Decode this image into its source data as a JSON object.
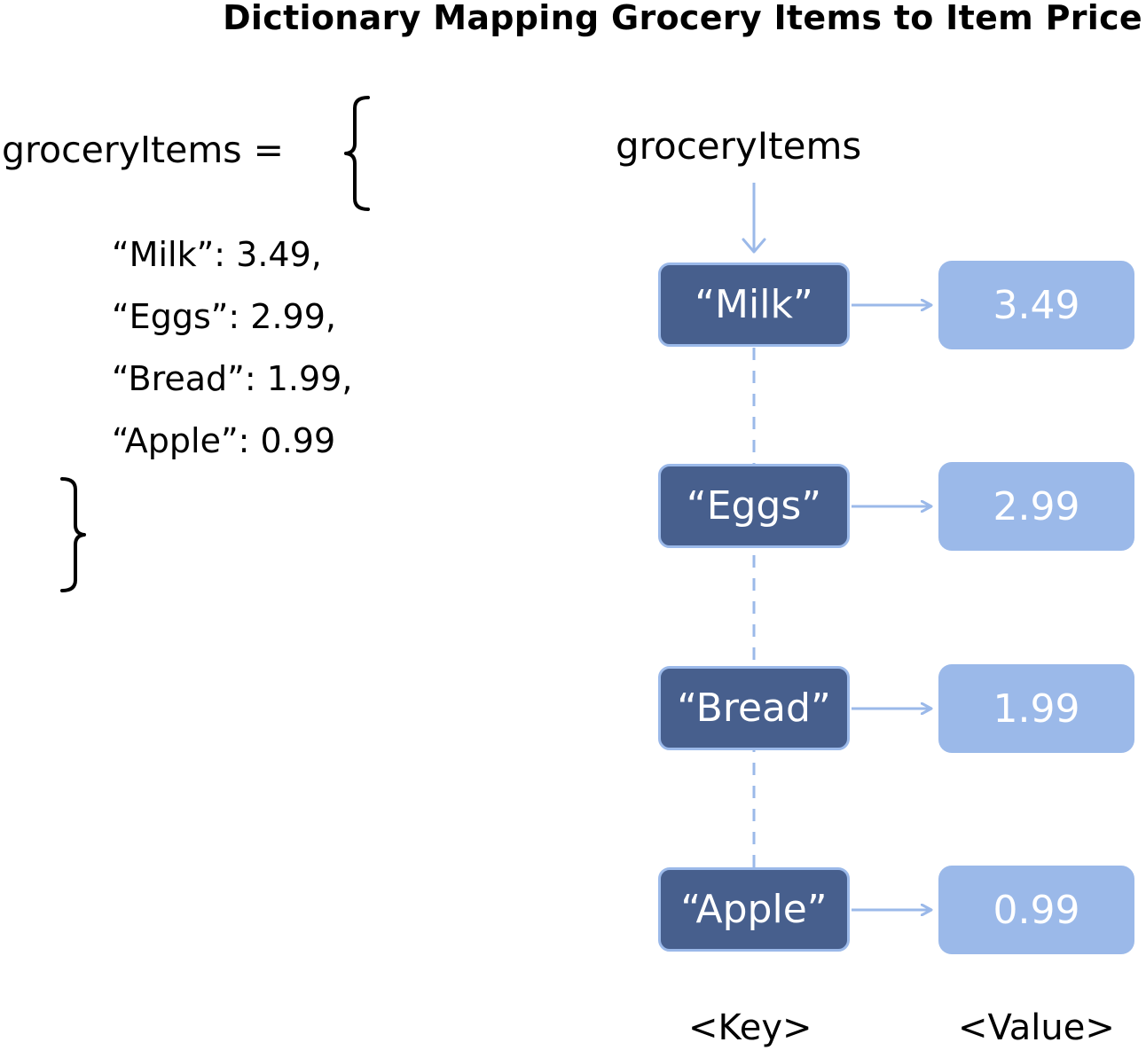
{
  "title": "Dictionary Mapping Grocery Items to Item Price",
  "code": {
    "assignment": "groceryItems =",
    "entries": [
      "“Milk”: 3.49,",
      "“Eggs”: 2.99,",
      "“Bread”: 1.99,",
      "“Apple”: 0.99"
    ]
  },
  "diagram": {
    "variable": "groceryItems",
    "pairs": [
      {
        "key": "“Milk”",
        "value": "3.49"
      },
      {
        "key": "“Eggs”",
        "value": "2.99"
      },
      {
        "key": "“Bread”",
        "value": "1.99"
      },
      {
        "key": "“Apple”",
        "value": "0.99"
      }
    ],
    "key_column_label": "<Key>",
    "value_column_label": "<Value>"
  },
  "colors": {
    "key_fill": "#475f8d",
    "value_fill": "#9bb9e9",
    "connector": "#9bb9e9"
  }
}
